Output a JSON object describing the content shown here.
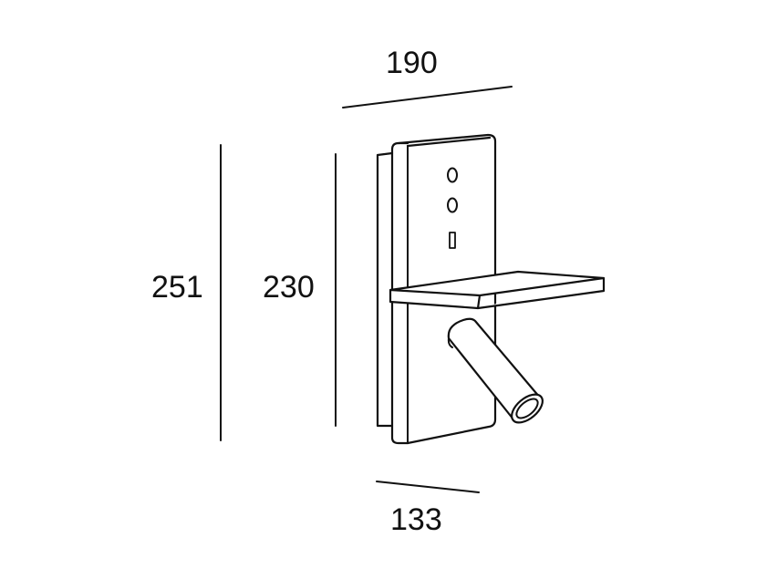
{
  "diagram": {
    "subject": "wall lamp with shelf and adjustable reading spotlight",
    "colors": {
      "background": "#ffffff",
      "stroke": "#111111"
    },
    "dimensions": {
      "top_width": {
        "label": "190",
        "axis": "depth/width along top edge"
      },
      "total_height": {
        "label": "251",
        "axis": "overall height"
      },
      "plate_height": {
        "label": "230",
        "axis": "front plate height"
      },
      "bottom_width": {
        "label": "133",
        "axis": "base plate width"
      }
    },
    "parts": [
      {
        "name": "back-mounting-plate"
      },
      {
        "name": "front-plate"
      },
      {
        "name": "button-upper"
      },
      {
        "name": "button-lower"
      },
      {
        "name": "usb-port"
      },
      {
        "name": "shelf"
      },
      {
        "name": "reading-spotlight"
      }
    ]
  }
}
